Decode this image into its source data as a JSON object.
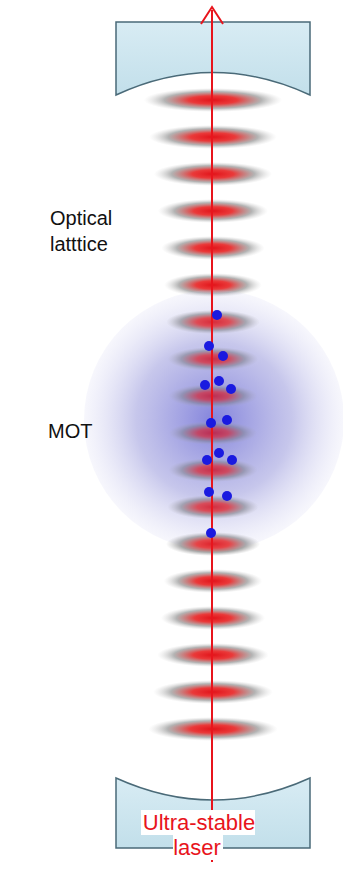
{
  "diagram": {
    "labels": [
      "Optical latttice",
      "MOT",
      "Ultra-stable laser"
    ]
  }
}
